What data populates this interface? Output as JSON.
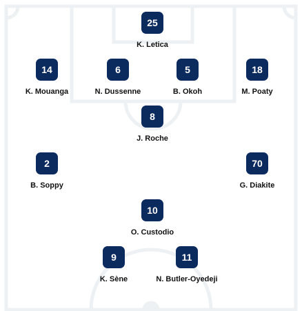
{
  "colors": {
    "pitch_background": "#ffffff",
    "pitch_lines": "#edf1f3",
    "shirt": "#0b2a5e",
    "shirt_text": "#ffffff",
    "name_text": "#111111"
  },
  "players": [
    {
      "number": "25",
      "name": "K. Letica"
    },
    {
      "number": "14",
      "name": "K. Mouanga"
    },
    {
      "number": "6",
      "name": "N. Dussenne"
    },
    {
      "number": "5",
      "name": "B. Okoh"
    },
    {
      "number": "18",
      "name": "M. Poaty"
    },
    {
      "number": "8",
      "name": "J. Roche"
    },
    {
      "number": "2",
      "name": "B. Soppy"
    },
    {
      "number": "70",
      "name": "G. Diakite"
    },
    {
      "number": "10",
      "name": "O. Custodio"
    },
    {
      "number": "9",
      "name": "K. Sène"
    },
    {
      "number": "11",
      "name": "N. Butler-Oyedeji"
    }
  ]
}
